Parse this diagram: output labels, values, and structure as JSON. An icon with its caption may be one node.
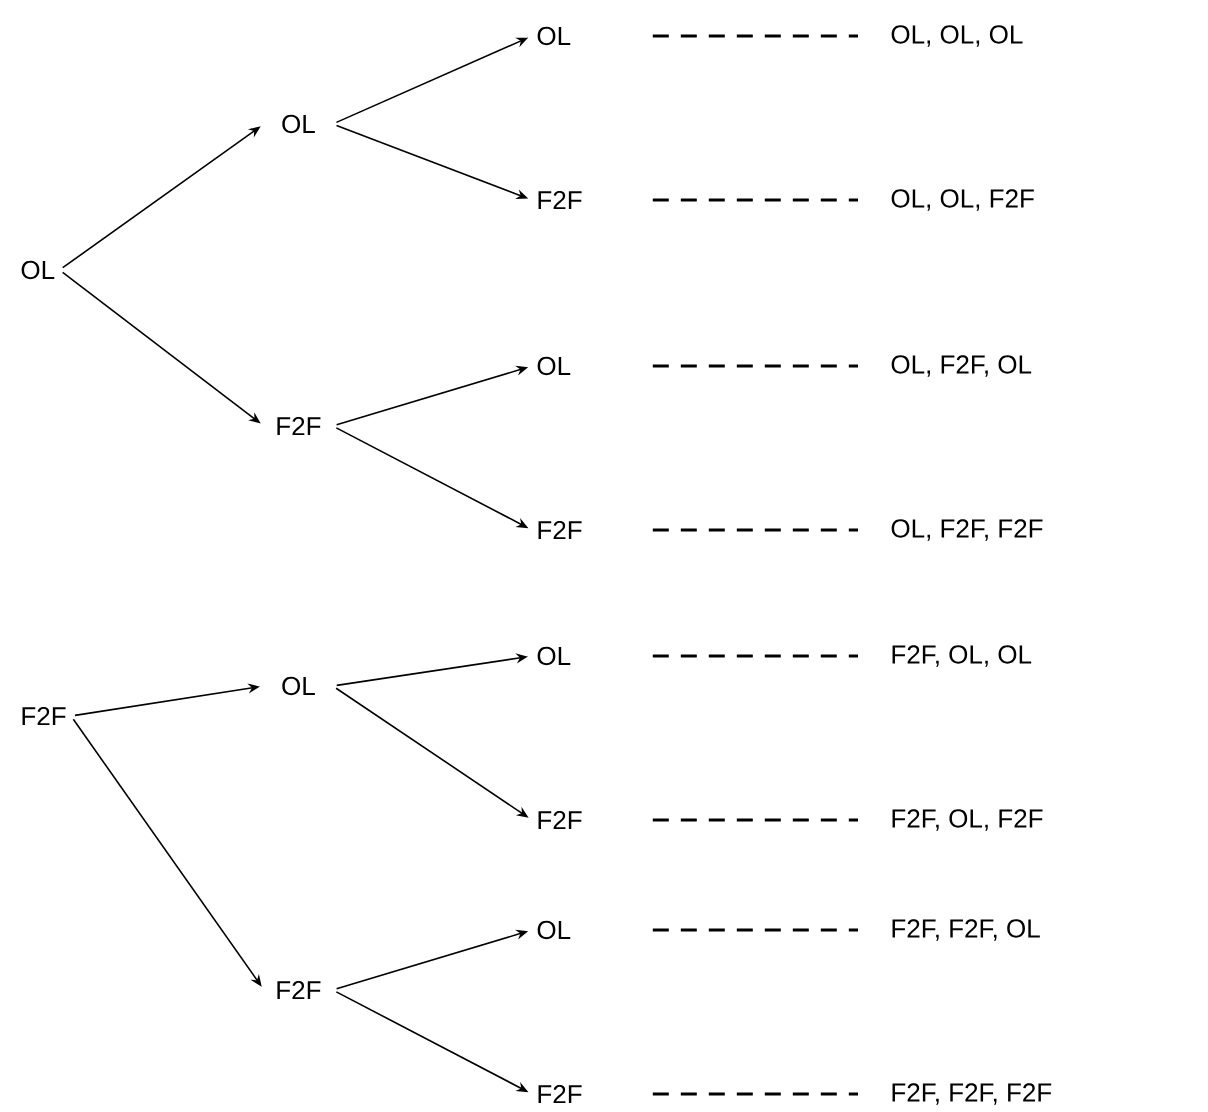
{
  "diagram": {
    "nodes": [
      {
        "text": [
          "OL"
        ]
      },
      {
        "text": [
          "OL"
        ]
      },
      {
        "text": [
          "F2F"
        ]
      },
      {
        "text": [
          "OL"
        ]
      },
      {
        "text": [
          "F2F"
        ]
      },
      {
        "text": [
          "OL"
        ]
      },
      {
        "text": [
          "F2F"
        ]
      },
      {
        "text": [
          "OL, OL, OL"
        ]
      },
      {
        "text": [
          "OL, OL, F2F"
        ]
      },
      {
        "text": [
          "OL, F2F, OL"
        ]
      },
      {
        "text": [
          "OL, F2F, F2F"
        ]
      },
      {
        "text": [
          "F2F"
        ]
      },
      {
        "text": [
          "OL"
        ]
      },
      {
        "text": [
          "F2F"
        ]
      },
      {
        "text": [
          "OL"
        ]
      },
      {
        "text": [
          "F2F"
        ]
      },
      {
        "text": [
          "OL"
        ]
      },
      {
        "text": [
          "F2F"
        ]
      },
      {
        "text": [
          "F2F, OL, OL"
        ]
      },
      {
        "text": [
          "F2F, OL, F2F"
        ]
      },
      {
        "text": [
          "F2F, F2F, OL"
        ]
      },
      {
        "text": [
          "F2F, F2F, F2F"
        ]
      }
    ],
    "edges": [
      {
        "from": 0,
        "to": 1,
        "arrow": "to"
      },
      {
        "from": 0,
        "to": 2,
        "arrow": "to"
      },
      {
        "from": 1,
        "to": 3,
        "arrow": "to"
      },
      {
        "from": 1,
        "to": 4,
        "arrow": "to"
      },
      {
        "from": 2,
        "to": 5,
        "arrow": "to"
      },
      {
        "from": 2,
        "to": 6,
        "arrow": "to"
      },
      {
        "from": 3,
        "to": 7,
        "arrow": "none",
        "style": "dashed"
      },
      {
        "from": 4,
        "to": 8,
        "arrow": "none",
        "style": "dashed"
      },
      {
        "from": 5,
        "to": 9,
        "arrow": "none",
        "style": "dashed"
      },
      {
        "from": 6,
        "to": 10,
        "arrow": "none",
        "style": "dashed"
      },
      {
        "from": 11,
        "to": 12,
        "arrow": "to"
      },
      {
        "from": 11,
        "to": 13,
        "arrow": "to"
      },
      {
        "from": 12,
        "to": 14,
        "arrow": "to"
      },
      {
        "from": 12,
        "to": 15,
        "arrow": "to"
      },
      {
        "from": 13,
        "to": 16,
        "arrow": "to"
      },
      {
        "from": 13,
        "to": 17,
        "arrow": "to"
      },
      {
        "from": 14,
        "to": 18,
        "arrow": "none",
        "style": "dashed"
      },
      {
        "from": 15,
        "to": 19,
        "arrow": "none",
        "style": "dashed"
      },
      {
        "from": 16,
        "to": 20,
        "arrow": "none",
        "style": "dashed"
      },
      {
        "from": 17,
        "to": 21,
        "arrow": "none",
        "style": "dashed"
      }
    ]
  }
}
